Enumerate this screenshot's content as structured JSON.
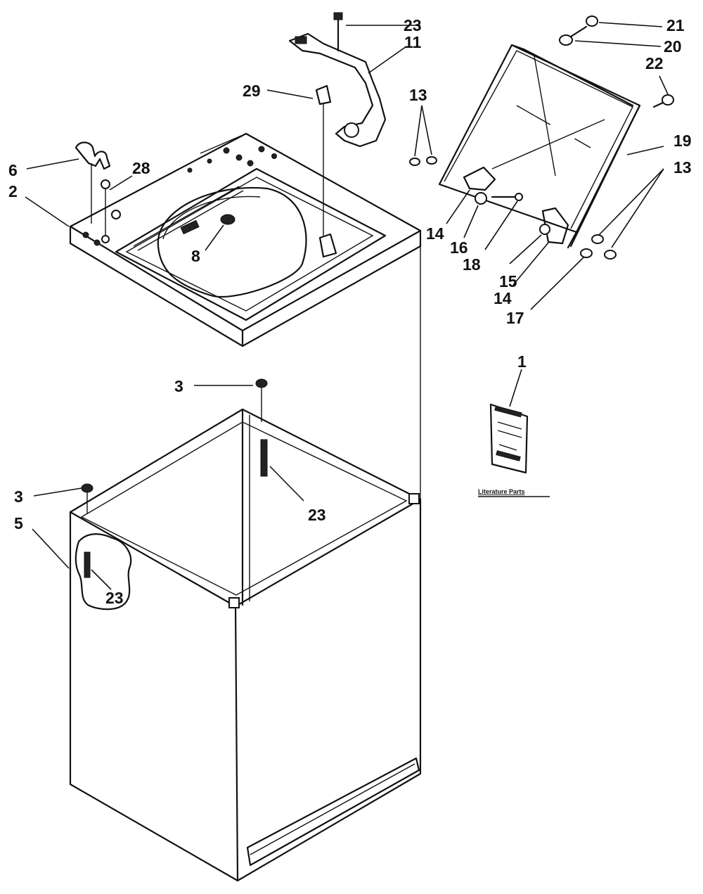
{
  "callouts": {
    "c1": "1",
    "c2": "2",
    "c3a": "3",
    "c3b": "3",
    "c5": "5",
    "c6": "6",
    "c8": "8",
    "c11": "11",
    "c13a": "13",
    "c13b": "13",
    "c14a": "14",
    "c14b": "14",
    "c15": "15",
    "c16": "16",
    "c17": "17",
    "c18": "18",
    "c19": "19",
    "c20": "20",
    "c21": "21",
    "c22": "22",
    "c23a": "23",
    "c23b": "23",
    "c23c": "23",
    "c28": "28",
    "c29": "29"
  },
  "literature_label": "Literature Parts"
}
